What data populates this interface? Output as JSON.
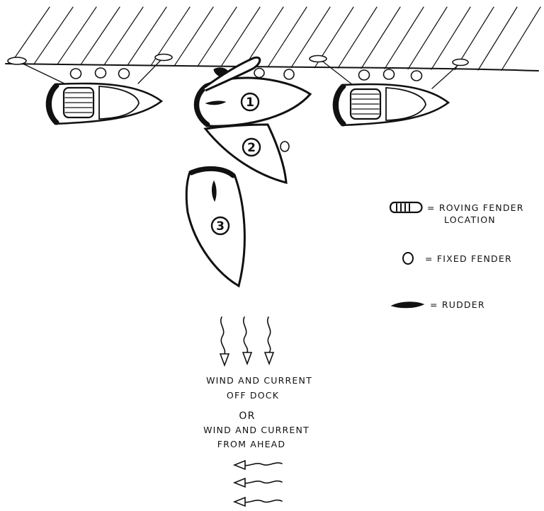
{
  "diagram": {
    "boat_numbers": [
      "1",
      "2",
      "3"
    ],
    "legend": {
      "roving_fender_line1": "= ROVING FENDER",
      "roving_fender_line2": "LOCATION",
      "fixed_fender": "= FIXED FENDER",
      "rudder": "= RUDDER"
    },
    "wind_label": {
      "line1": "WIND AND CURRENT",
      "line2": "OFF DOCK",
      "or": "OR",
      "line3": "WIND AND CURRENT",
      "line4": "FROM AHEAD"
    }
  }
}
